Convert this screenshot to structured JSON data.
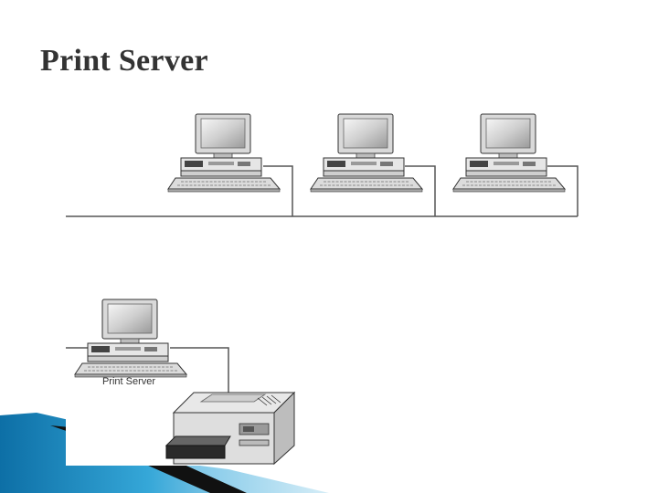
{
  "slide": {
    "title": "Print Server"
  },
  "diagram": {
    "nodes": [
      {
        "id": "workstation-1",
        "kind": "computer"
      },
      {
        "id": "workstation-2",
        "kind": "computer"
      },
      {
        "id": "workstation-3",
        "kind": "computer"
      },
      {
        "id": "print-server",
        "kind": "computer",
        "label": "Print Server"
      },
      {
        "id": "printer",
        "kind": "printer"
      }
    ],
    "links": [
      {
        "from": "workstation-1",
        "to": "network-bus"
      },
      {
        "from": "workstation-2",
        "to": "network-bus"
      },
      {
        "from": "workstation-3",
        "to": "network-bus"
      },
      {
        "from": "print-server",
        "to": "network"
      },
      {
        "from": "print-server",
        "to": "printer"
      }
    ]
  },
  "colors": {
    "title": "#333333",
    "cable": "#555555",
    "accent_blue": "#1f8fc7"
  }
}
